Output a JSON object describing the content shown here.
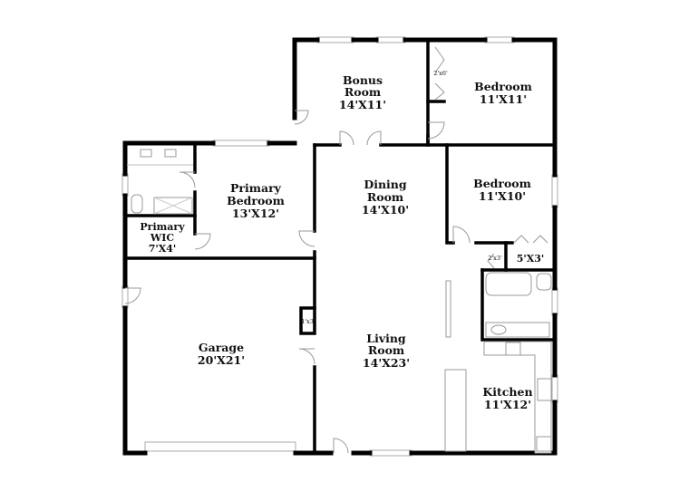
{
  "rooms": {
    "bonus": {
      "name1": "Bonus",
      "name2": "Room",
      "size": "14'X11'"
    },
    "bedroom1": {
      "name": "Bedroom",
      "size": "11'X11'"
    },
    "closet1": {
      "size": "2'x6'"
    },
    "bedroom2": {
      "name": "Bedroom",
      "size": "11'X10'"
    },
    "closet2": {
      "size": "2'x3'"
    },
    "closet3": {
      "size": "5'X3'"
    },
    "primary_bedroom": {
      "name1": "Primary",
      "name2": "Bedroom",
      "size": "13'X12'"
    },
    "primary_wic": {
      "name1": "Primary",
      "name2": "WIC",
      "size": "7'X4'"
    },
    "dining": {
      "name1": "Dining",
      "name2": "Room",
      "size": "14'X10'"
    },
    "closet4": {
      "size": "1'x3'"
    },
    "garage": {
      "name": "Garage",
      "size": "20'X21'"
    },
    "living": {
      "name1": "Living",
      "name2": "Room",
      "size": "14'X23'"
    },
    "kitchen": {
      "name": "Kitchen",
      "size": "11'X12'"
    }
  },
  "colors": {
    "wall": "#000000",
    "fixture": "#999999"
  }
}
